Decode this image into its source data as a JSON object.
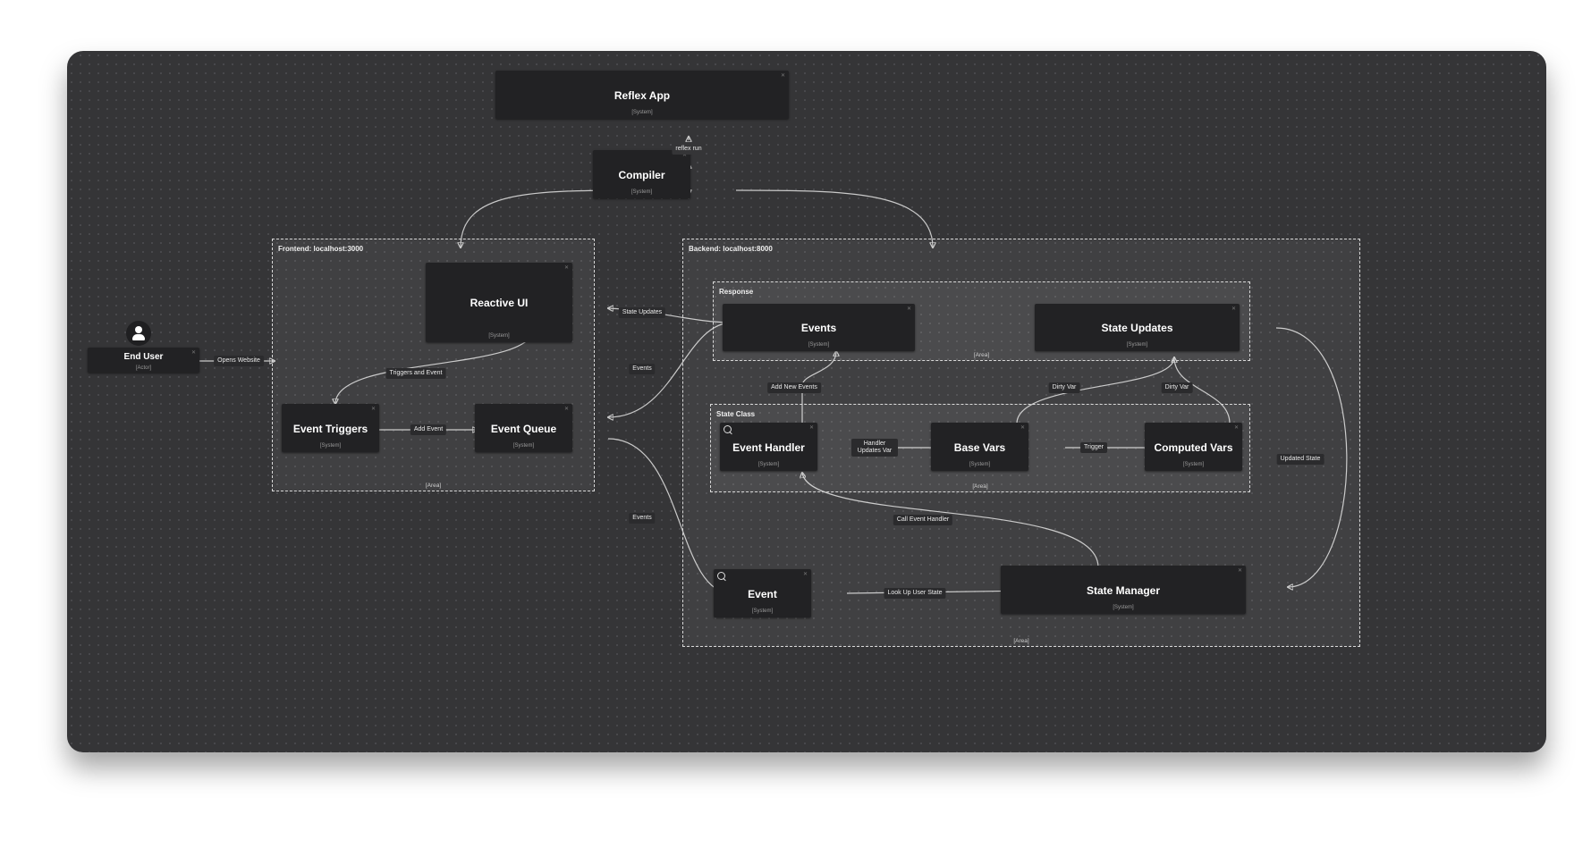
{
  "nodes": {
    "reflex_app": {
      "title": "Reflex App",
      "tag": "[System]"
    },
    "compiler": {
      "title": "Compiler",
      "tag": "[System]"
    },
    "reactive_ui": {
      "title": "Reactive UI",
      "tag": "[System]"
    },
    "event_triggers": {
      "title": "Event Triggers",
      "tag": "[System]"
    },
    "event_queue": {
      "title": "Event Queue",
      "tag": "[System]"
    },
    "events": {
      "title": "Events",
      "tag": "[System]"
    },
    "state_updates": {
      "title": "State Updates",
      "tag": "[System]"
    },
    "event_handler": {
      "title": "Event Handler",
      "tag": "[System]"
    },
    "base_vars": {
      "title": "Base Vars",
      "tag": "[System]"
    },
    "computed_vars": {
      "title": "Computed Vars",
      "tag": "[System]"
    },
    "event": {
      "title": "Event",
      "tag": "[System]"
    },
    "state_manager": {
      "title": "State Manager",
      "tag": "[System]"
    },
    "end_user": {
      "title": "End User",
      "tag": "[Actor]"
    }
  },
  "areas": {
    "frontend": {
      "label": "Frontend: localhost:3000",
      "tag": "[Area]"
    },
    "backend": {
      "label": "Backend: localhost:8000",
      "tag": "[Area]"
    },
    "response": {
      "label": "Response",
      "tag": "[Area]"
    },
    "state_class": {
      "label": "State Class",
      "tag": "[Area]"
    }
  },
  "edges": {
    "reflex_run": "reflex run",
    "opens_website": "Opens Website",
    "triggers_and_event": "Triggers and Event",
    "add_event": "Add Event",
    "state_updates": "State Updates",
    "events_upper": "Events",
    "events_lower": "Events",
    "add_new_events": "Add New Events",
    "dirty_var_left": "Dirty Var",
    "dirty_var_right": "Dirty Var",
    "handler_updates_var": "Handler Updates Var",
    "trigger": "Trigger",
    "updated_state": "Updated State",
    "call_event_handler": "Call Event Handler",
    "look_up_user_state": "Look Up User State"
  },
  "colors": {
    "canvas": "#353537",
    "node": "#222224",
    "edge": "#c9c9c9",
    "area_border": "#d9d9d9"
  }
}
